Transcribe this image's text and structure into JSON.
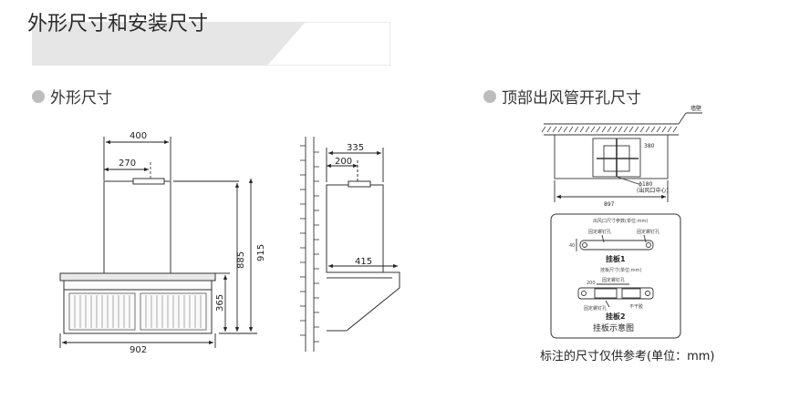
{
  "banner": {
    "title": "外形尺寸和安装尺寸"
  },
  "left_section": {
    "heading": "外形尺寸"
  },
  "right_section": {
    "heading": "顶部出风管开孔尺寸"
  },
  "front_view": {
    "dim_top": "400",
    "dim_chimney": "270",
    "dim_total_height": "915",
    "dim_body_height": "885",
    "dim_hood_height": "365",
    "dim_width": "902"
  },
  "side_view": {
    "dim_top": "335",
    "dim_chimney": "200",
    "dim_depth": "415"
  },
  "top_view": {
    "wall_label": "墙壁",
    "dim_hole": "380",
    "dim_duct": "ϕ180",
    "dim_duct_note": "(出风口中心)",
    "dim_width": "897"
  },
  "plate_diagram": {
    "caption_top": "出风口尺寸参数(单位:mm)",
    "plate1_left_label": "固定螺钉孔",
    "plate1_right_label": "固定螺钉孔",
    "plate1_side_dim": "40",
    "plate1_name": "挂板1",
    "plate2_caption": "挂板尺寸(单位:mm)",
    "plate2_dim": "200",
    "plate2_top_label": "固定螺钉孔",
    "plate2_bottom_label": "固定螺钉孔",
    "plate2_right_label": "不干胶",
    "plate2_name": "挂板2",
    "title": "挂板示意图"
  },
  "note": "标注的尺寸仅供参考(单位：mm)"
}
